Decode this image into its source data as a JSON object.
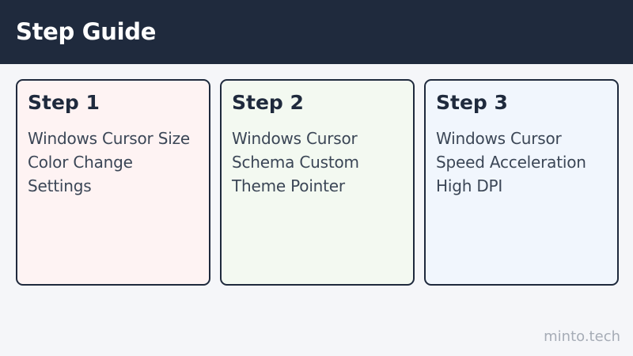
{
  "header": {
    "title": "Step Guide"
  },
  "cards": [
    {
      "title": "Step 1",
      "body": "Windows Cursor Size Color Change Settings"
    },
    {
      "title": "Step 2",
      "body": "Windows Cursor Schema Custom Theme Pointer"
    },
    {
      "title": "Step 3",
      "body": "Windows Cursor Speed Acceleration High DPI"
    }
  ],
  "watermark": "minto.tech",
  "colors": {
    "header_bg": "#1f2a3d",
    "page_bg": "#f5f6f9",
    "card_1_bg": "#fef3f3",
    "card_2_bg": "#f3f9f1",
    "card_3_bg": "#f1f6fd",
    "border": "#1f2a3d"
  }
}
